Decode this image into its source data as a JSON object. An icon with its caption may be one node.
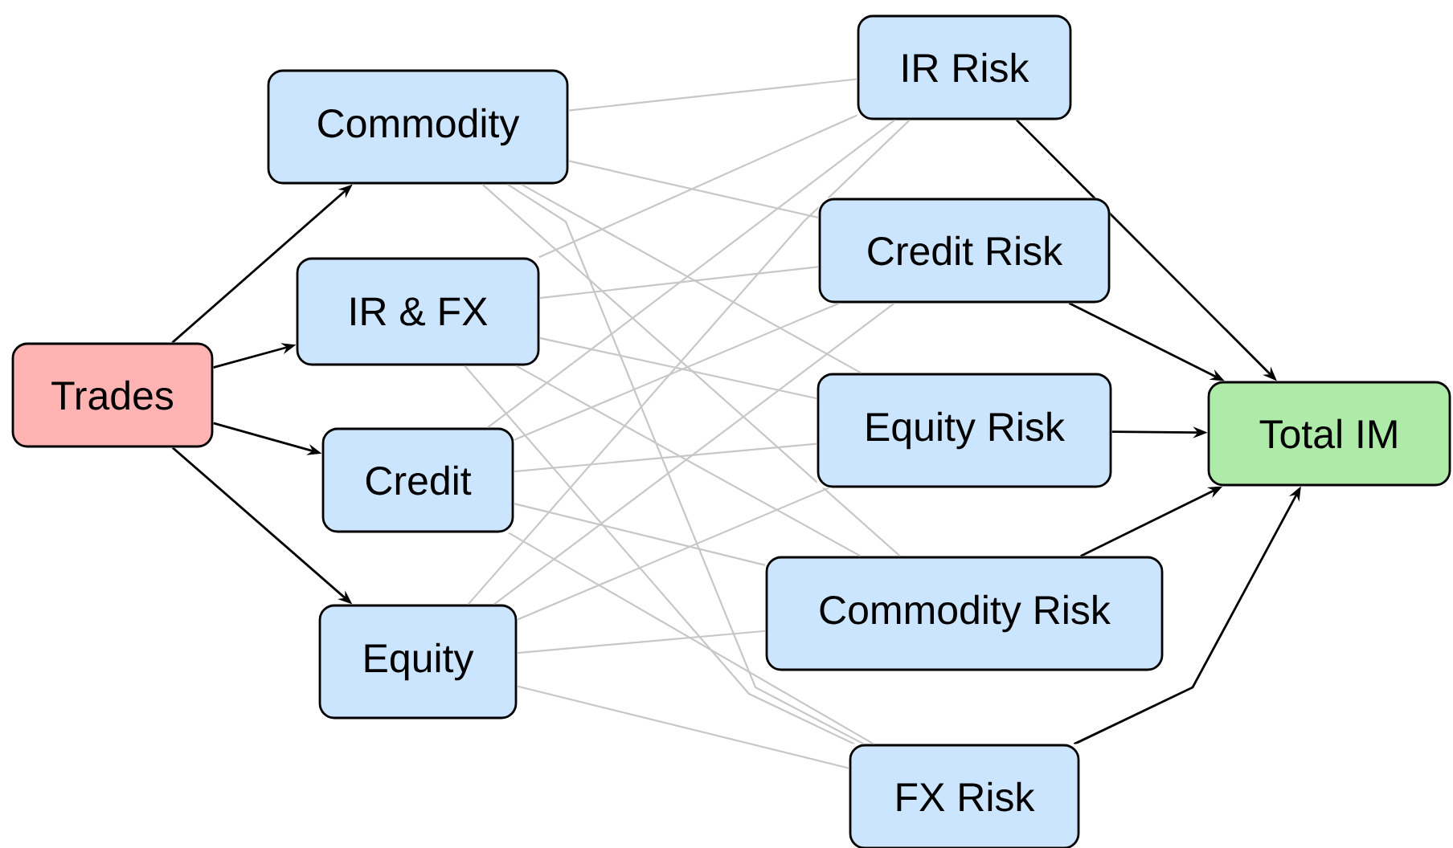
{
  "diagram": {
    "nodes": [
      {
        "text": [
          "Trades"
        ]
      },
      {
        "text": [
          "Commodity"
        ]
      },
      {
        "text": [
          "IR & FX"
        ]
      },
      {
        "text": [
          "Credit"
        ]
      },
      {
        "text": [
          "Equity"
        ]
      },
      {
        "text": [
          "IR Risk"
        ]
      },
      {
        "text": [
          "Credit Risk"
        ]
      },
      {
        "text": [
          "Equity Risk"
        ]
      },
      {
        "text": [
          "Commodity Risk"
        ]
      },
      {
        "text": [
          "FX Risk"
        ]
      },
      {
        "text": [
          "Total IM"
        ]
      }
    ],
    "edges": [
      {
        "from": 0,
        "to": 1,
        "arrow": "to",
        "color": "#000000"
      },
      {
        "from": 0,
        "to": 2,
        "arrow": "to",
        "color": "#000000"
      },
      {
        "from": 0,
        "to": 3,
        "arrow": "to",
        "color": "#000000"
      },
      {
        "from": 0,
        "to": 4,
        "arrow": "to",
        "color": "#000000"
      },
      {
        "from": 1,
        "to": 5,
        "arrow": "none"
      },
      {
        "from": 1,
        "to": 6,
        "arrow": "none"
      },
      {
        "from": 1,
        "to": 7,
        "arrow": "none"
      },
      {
        "from": 1,
        "to": 8,
        "arrow": "none"
      },
      {
        "from": 1,
        "to": 9,
        "arrow": "none"
      },
      {
        "from": 2,
        "to": 5,
        "arrow": "none"
      },
      {
        "from": 2,
        "to": 6,
        "arrow": "none"
      },
      {
        "from": 2,
        "to": 7,
        "arrow": "none"
      },
      {
        "from": 2,
        "to": 8,
        "arrow": "none"
      },
      {
        "from": 2,
        "to": 9,
        "arrow": "none"
      },
      {
        "from": 3,
        "to": 5,
        "arrow": "none"
      },
      {
        "from": 3,
        "to": 6,
        "arrow": "none"
      },
      {
        "from": 3,
        "to": 7,
        "arrow": "none"
      },
      {
        "from": 3,
        "to": 8,
        "arrow": "none"
      },
      {
        "from": 3,
        "to": 9,
        "arrow": "none"
      },
      {
        "from": 4,
        "to": 5,
        "arrow": "none"
      },
      {
        "from": 4,
        "to": 6,
        "arrow": "none"
      },
      {
        "from": 4,
        "to": 7,
        "arrow": "none"
      },
      {
        "from": 4,
        "to": 8,
        "arrow": "none"
      },
      {
        "from": 4,
        "to": 9,
        "arrow": "none"
      },
      {
        "from": 5,
        "to": 10,
        "arrow": "to",
        "color": "#000000"
      },
      {
        "from": 6,
        "to": 10,
        "arrow": "to",
        "color": "#000000"
      },
      {
        "from": 7,
        "to": 10,
        "arrow": "to",
        "color": "#000000"
      },
      {
        "from": 8,
        "to": 10,
        "arrow": "to",
        "color": "#000000"
      },
      {
        "from": 9,
        "to": 10,
        "arrow": "to",
        "color": "#000000"
      }
    ]
  }
}
